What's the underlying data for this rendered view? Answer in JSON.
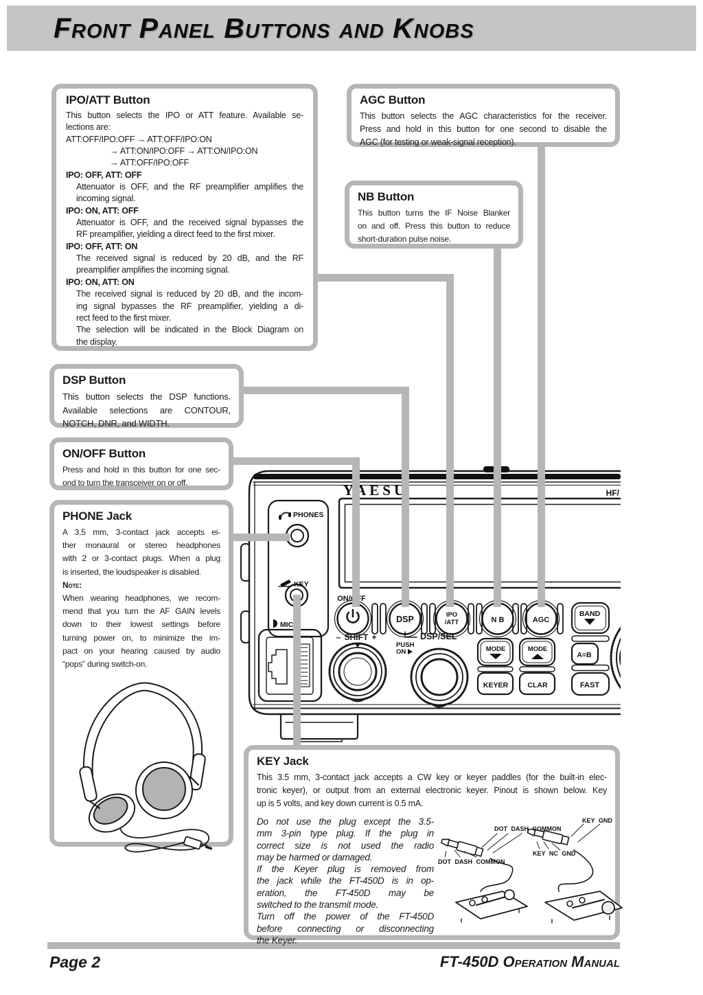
{
  "page": {
    "title": "Front Panel Buttons and Knobs",
    "footer_left": "Page 2",
    "footer_right": "FT-450D Operation Manual"
  },
  "colors": {
    "banner_gray": "#c5c5c5",
    "callout_gray": "#b6b6b6",
    "ink": "#1a1a1a",
    "pad_gray": "#b3b3b3"
  },
  "boxes": {
    "ipo_att": {
      "title": "IPO/ATT Button",
      "lines": [
        {
          "t": "This button selects the IPO or ATT feature. Available se-",
          "cls": "j"
        },
        "lections are:",
        "ATT:OFF/IPO:OFF → ATT:OFF/IPO:ON",
        {
          "t": "→ ATT:ON/IPO:OFF → ATT:ON/IPO:ON",
          "cls": "i2"
        },
        {
          "t": "→ ATT:OFF/IPO:OFF",
          "cls": "i2"
        },
        {
          "t": "IPO: OFF, ATT: OFF",
          "cls": "b"
        },
        {
          "t": "Attenuator is OFF, and the RF preamplifier amplifies the",
          "cls": "i1 j"
        },
        {
          "t": "incoming signal.",
          "cls": "i1"
        },
        {
          "t": "IPO: ON, ATT: OFF",
          "cls": "b"
        },
        {
          "t": "Attenuator is OFF, and the received signal bypasses the",
          "cls": "i1 j"
        },
        {
          "t": "RF preamplifier, yielding a direct feed to the first mixer.",
          "cls": "i1"
        },
        {
          "t": "IPO: OFF, ATT: ON",
          "cls": "b"
        },
        {
          "t": "The received signal is reduced by 20 dB, and the RF",
          "cls": "i1 j"
        },
        {
          "t": "preamplifier amplifies the incoming signal.",
          "cls": "i1"
        },
        {
          "t": "IPO: ON, ATT: ON",
          "cls": "b"
        },
        {
          "t": "The received signal is reduced by 20 dB, and the incom-",
          "cls": "i1 j"
        },
        {
          "t": "ing signal bypasses the RF preamplifier, yielding a di-",
          "cls": "i1 j"
        },
        {
          "t": "rect feed to the first mixer.",
          "cls": "i1"
        },
        {
          "t": "The selection will be indicated in the Block Diagram on",
          "cls": "i1 j"
        },
        {
          "t": "the display.",
          "cls": "i1"
        }
      ]
    },
    "agc": {
      "title": "AGC Button",
      "lines": [
        {
          "t": "This button selects the AGC characteristics for the receiver.",
          "cls": "j"
        },
        {
          "t": "Press and hold in this button for one second to disable the",
          "cls": "j"
        },
        "AGC (for testing or weak-signal reception)."
      ]
    },
    "nb": {
      "title": "NB Button",
      "lines": [
        {
          "t": "This button turns the IF Noise Blanker",
          "cls": "j"
        },
        {
          "t": "on and off. Press this button to reduce",
          "cls": "j"
        },
        "short-duration pulse noise."
      ]
    },
    "dsp": {
      "title": "DSP Button",
      "lines": [
        {
          "t": "This button selects the DSP functions.",
          "cls": "j"
        },
        {
          "t": "Available selections are CONTOUR,",
          "cls": "j"
        },
        "NOTCH, DNR, and WIDTH."
      ]
    },
    "on_off": {
      "title": "ON/OFF Button",
      "lines": [
        {
          "t": "Press and hold in this button for one sec-",
          "cls": "j"
        },
        "ond to turn the transceiver on or off."
      ]
    },
    "phone": {
      "title": "PHONE Jack",
      "lines": [
        {
          "t": "A 3.5 mm, 3-contact jack accepts ei-",
          "cls": "j"
        },
        {
          "t": "ther monaural or stereo headphones",
          "cls": "j"
        },
        {
          "t": "with 2 or 3-contact plugs. When a plug",
          "cls": "j"
        },
        "is inserted, the loudspeaker is disabled.",
        {
          "t": "Note:",
          "cls": "b sc"
        },
        {
          "t": "When wearing headphones, we recom-",
          "cls": "j"
        },
        {
          "t": "mend that you turn the AF GAIN levels",
          "cls": "j"
        },
        {
          "t": "down to their lowest settings before",
          "cls": "j"
        },
        {
          "t": "turning power on, to minimize the im-",
          "cls": "j"
        },
        {
          "t": "pact on your hearing caused by audio",
          "cls": "j"
        },
        "“pops” during switch-on."
      ]
    },
    "key": {
      "title": "KEY Jack",
      "lines": [
        {
          "t": "This 3.5 mm, 3-contact jack accepts a CW key or keyer paddles (for the built-in elec-",
          "cls": "j"
        },
        {
          "t": "tronic keyer), or output from an external electronic keyer. Pinout is shown below. Key",
          "cls": "j"
        },
        "up is 5 volts, and key down current is 0.5 mA."
      ],
      "note_lines": [
        {
          "t": "Do not use the plug except the 3.5-",
          "cls": "j"
        },
        {
          "t": "mm 3-pin type plug. If the  plug in",
          "cls": "j"
        },
        {
          "t": "correct size is not used the radio",
          "cls": "j"
        },
        "may be harmed or damaged.",
        {
          "t": "If the Keyer plug is removed from",
          "cls": "j"
        },
        {
          "t": "the jack while the FT-450D is in op-",
          "cls": "j"
        },
        {
          "t": "eration, the FT-450D may be",
          "cls": "j"
        },
        "switched to the transmit mode.",
        {
          "t": "Turn off the power of the FT-450D",
          "cls": "j"
        },
        {
          "t": "before connecting or disconnecting",
          "cls": "j"
        },
        "the Keyer."
      ],
      "pinout": {
        "label_top": "DOT DASH COMMON",
        "label_bottom": "DOT DASH COMMON",
        "label_key_gnd": "KEY  GND",
        "label_key_nc_gnd": "KEY NC GND"
      }
    }
  },
  "radio": {
    "brand": "YAESU",
    "model_partial": "HF/",
    "phones_label": "PHONES",
    "key_label": "KEY",
    "mic_label": "MIC",
    "onoff_label": "ON/OFF",
    "shift_label": "– SHIFT +",
    "push_label": "PUSH",
    "on_label": "ON",
    "dspsel_label": "DSP/SEL",
    "btn_dsp": "DSP",
    "btn_ipo1": "IPO",
    "btn_ipo2": "/ATT",
    "btn_nb": "N B",
    "btn_agc": "AGC",
    "btn_band": "BAND",
    "btn_mode_down": "MODE",
    "btn_mode_up": "MODE",
    "btn_keyer": "KEYER",
    "btn_clar": "CLAR",
    "btn_ab": "A=B",
    "btn_fast": "FAST"
  }
}
